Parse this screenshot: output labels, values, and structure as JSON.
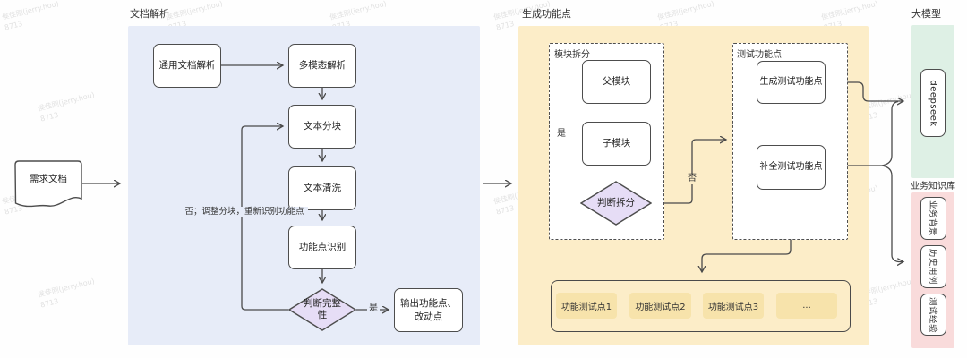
{
  "watermark": {
    "line1": "侯佳刚(jerry.hou)",
    "line2": "8713"
  },
  "input_doc": {
    "label": "需求文档"
  },
  "doc_parsing": {
    "title": "文档解析",
    "nodes": {
      "general": "通用文档解析",
      "multimodal": "多模态解析",
      "chunk": "文本分块",
      "clean": "文本清洗",
      "identify": "功能点识别",
      "judge": "判断完整性",
      "output": "输出功能点、改动点"
    },
    "labels": {
      "yes": "是",
      "feedback": "否；调整分块，重新识别功能点"
    }
  },
  "gen_points": {
    "title": "生成功能点",
    "module_split": {
      "title": "模块拆分",
      "parent": "父模块",
      "child": "子模块",
      "judge": "判断拆分",
      "yes": "是",
      "no": "否"
    },
    "test_points": {
      "title": "测试功能点",
      "generate": "生成测试功能点",
      "complete": "补全测试功能点"
    },
    "results": [
      "功能测试点1",
      "功能测试点2",
      "功能测试点3",
      "..."
    ]
  },
  "llm": {
    "title": "大模型",
    "model": "deepseek"
  },
  "kb": {
    "title": "业务知识库",
    "items": [
      "业务背景",
      "历史用例",
      "测试经验"
    ]
  },
  "colors": {
    "region_blue": "#e7ecf8",
    "region_yellow": "#fcedc8",
    "region_green": "#def0e5",
    "region_pink": "#f9dbdb",
    "diamond_fill": "#e6ddf6",
    "chip_fill": "#f7e3ab",
    "stroke": "#4a4a4a"
  }
}
